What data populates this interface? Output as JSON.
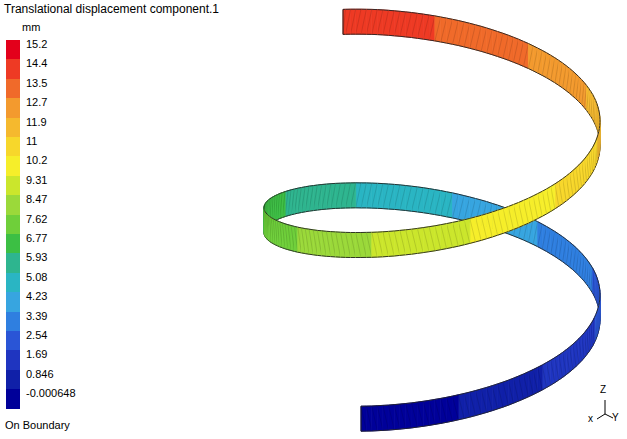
{
  "diagram": {
    "title": "Translational displacement component.1",
    "labels": [
      "mm",
      "On Boundary",
      "Z",
      "x",
      "Y"
    ],
    "legend": [
      {
        "text": "15.2",
        "color": "#e3001b"
      },
      {
        "text": "14.4",
        "color": "#ee3a24"
      },
      {
        "text": "13.5",
        "color": "#f06a2a"
      },
      {
        "text": "12.7",
        "color": "#f39a2e"
      },
      {
        "text": "11.9",
        "color": "#f5b92e"
      },
      {
        "text": "11",
        "color": "#f7d72b"
      },
      {
        "text": "10.2",
        "color": "#f6ee2a"
      },
      {
        "text": "9.31",
        "color": "#cbe62c"
      },
      {
        "text": "8.47",
        "color": "#9bd93a"
      },
      {
        "text": "7.62",
        "color": "#6fcf3a"
      },
      {
        "text": "6.77",
        "color": "#3cbf44"
      },
      {
        "text": "5.93",
        "color": "#2eb58f"
      },
      {
        "text": "5.08",
        "color": "#2ab5c3"
      },
      {
        "text": "4.23",
        "color": "#37a5e0"
      },
      {
        "text": "3.39",
        "color": "#2f7fe0"
      },
      {
        "text": "2.54",
        "color": "#2a55d6"
      },
      {
        "text": "1.69",
        "color": "#1f35c0"
      },
      {
        "text": "0.846",
        "color": "#1020a8"
      },
      {
        "text": "-0.000648",
        "color": "#000099"
      }
    ]
  }
}
